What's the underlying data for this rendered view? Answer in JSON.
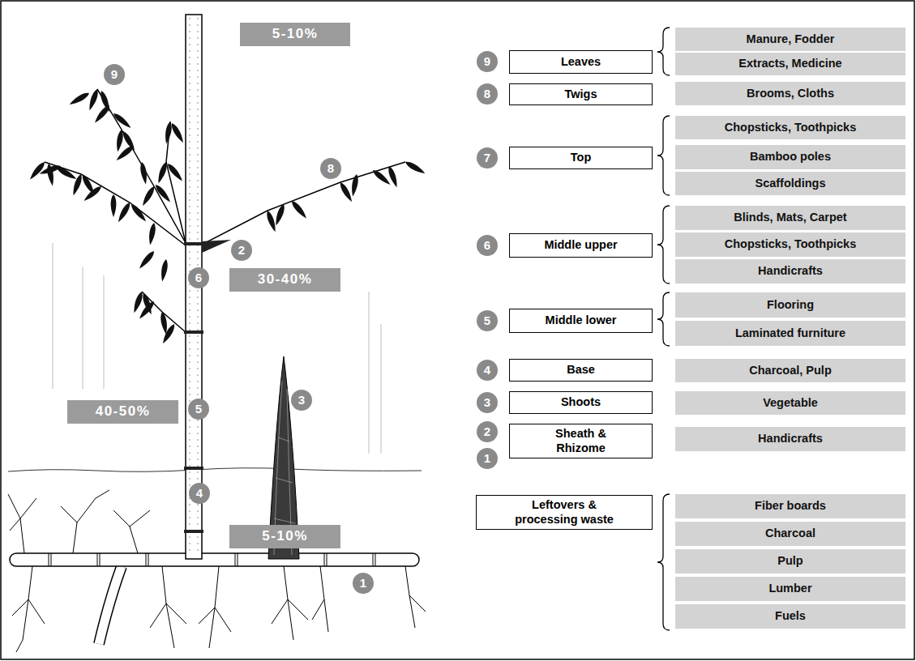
{
  "diagram": {
    "nodes": [
      {
        "text": [
          "5-10%"
        ]
      },
      {
        "text": [
          "9"
        ]
      },
      {
        "text": [
          "8"
        ]
      },
      {
        "text": [
          "2"
        ]
      },
      {
        "text": [
          "6"
        ]
      },
      {
        "text": [
          "30-40%"
        ]
      },
      {
        "text": [
          "40-50%"
        ]
      },
      {
        "text": [
          "5"
        ]
      },
      {
        "text": [
          "3"
        ]
      },
      {
        "text": [
          "4"
        ]
      },
      {
        "text": [
          "5-10%"
        ]
      },
      {
        "text": [
          "1"
        ]
      },
      {
        "text": [
          "9"
        ]
      },
      {
        "text": [
          "Leaves"
        ]
      },
      {
        "text": [
          "Manure, Fodder"
        ]
      },
      {
        "text": [
          "Extracts, Medicine"
        ]
      },
      {
        "text": [
          "8"
        ]
      },
      {
        "text": [
          "Twigs"
        ]
      },
      {
        "text": [
          "Brooms, Cloths"
        ]
      },
      {
        "text": [
          "7"
        ]
      },
      {
        "text": [
          "Top"
        ]
      },
      {
        "text": [
          "Chopsticks, Toothpicks"
        ]
      },
      {
        "text": [
          "Bamboo poles"
        ]
      },
      {
        "text": [
          "Scaffoldings"
        ]
      },
      {
        "text": [
          "6"
        ]
      },
      {
        "text": [
          "Middle upper"
        ]
      },
      {
        "text": [
          "Blinds, Mats, Carpet"
        ]
      },
      {
        "text": [
          "Chopsticks, Toothpicks"
        ]
      },
      {
        "text": [
          "Handicrafts"
        ]
      },
      {
        "text": [
          "5"
        ]
      },
      {
        "text": [
          "Middle lower"
        ]
      },
      {
        "text": [
          "Flooring"
        ]
      },
      {
        "text": [
          "Laminated furniture"
        ]
      },
      {
        "text": [
          "4"
        ]
      },
      {
        "text": [
          "Base"
        ]
      },
      {
        "text": [
          "Charcoal, Pulp"
        ]
      },
      {
        "text": [
          "3"
        ]
      },
      {
        "text": [
          "Shoots"
        ]
      },
      {
        "text": [
          "Vegetable"
        ]
      },
      {
        "text": [
          "2"
        ]
      },
      {
        "text": [
          "1"
        ]
      },
      {
        "text": [
          "Sheath & Rhizome"
        ]
      },
      {
        "text": [
          "Handicrafts"
        ]
      },
      {
        "text": [
          "Leftovers & processing waste"
        ]
      },
      {
        "text": [
          "Fiber boards"
        ]
      },
      {
        "text": [
          "Charcoal"
        ]
      },
      {
        "text": [
          "Pulp"
        ]
      },
      {
        "text": [
          "Lumber"
        ]
      },
      {
        "text": [
          "Fuels"
        ]
      }
    ]
  }
}
